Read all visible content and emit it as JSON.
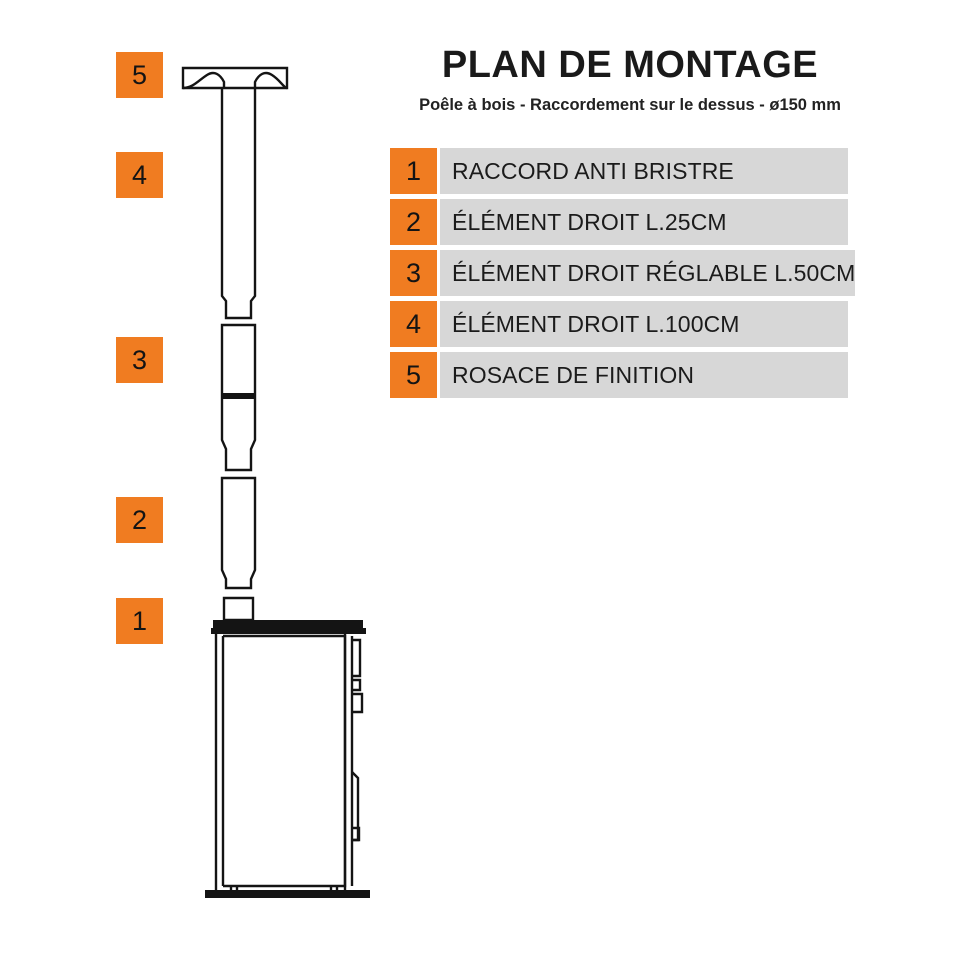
{
  "header": {
    "title": "PLAN DE MONTAGE",
    "subtitle": "Poêle à bois - Raccordement sur le dessus - ø150 mm"
  },
  "colors": {
    "accent_orange": "#f07c21",
    "legend_bar_grey": "#d7d7d7",
    "line_black": "#141414",
    "background": "#ffffff"
  },
  "legend": {
    "items": [
      {
        "number": "1",
        "label": "RACCORD ANTI BRISTRE"
      },
      {
        "number": "2",
        "label": "ÉLÉMENT DROIT L.25CM"
      },
      {
        "number": "3",
        "label": "ÉLÉMENT DROIT RÉGLABLE L.50CM"
      },
      {
        "number": "4",
        "label": "ÉLÉMENT DROIT L.100CM"
      },
      {
        "number": "5",
        "label": "ROSACE DE FINITION"
      }
    ]
  },
  "markers": {
    "top_to_bottom": [
      {
        "number": "5",
        "refers_to": "ROSACE DE FINITION"
      },
      {
        "number": "4",
        "refers_to": "ÉLÉMENT DROIT L.100CM"
      },
      {
        "number": "3",
        "refers_to": "ÉLÉMENT DROIT RÉGLABLE L.50CM"
      },
      {
        "number": "2",
        "refers_to": "ÉLÉMENT DROIT L.25CM"
      },
      {
        "number": "1",
        "refers_to": "RACCORD ANTI BRISTRE"
      }
    ]
  },
  "diagram": {
    "description": "Vue en coupe d'un poêle à bois avec conduit de fumée vertical raccordé sur le dessus",
    "parts": [
      "rosace-de-finition",
      "element-droit-100cm",
      "element-droit-reglable-50cm",
      "element-droit-25cm",
      "raccord-anti-bistre",
      "poele-a-bois"
    ]
  }
}
